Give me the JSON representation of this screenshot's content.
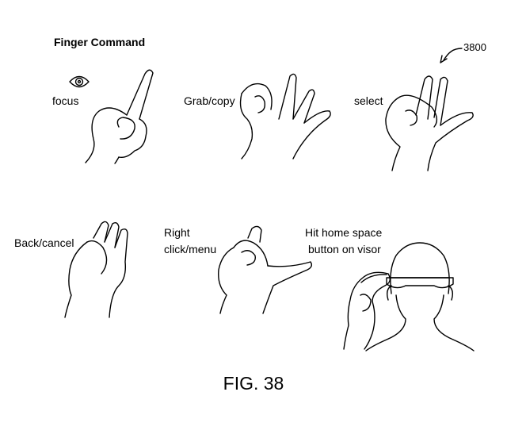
{
  "title": "Finger Command",
  "reference_number": "3800",
  "gestures": [
    {
      "label": "focus",
      "icon": "eye-icon"
    },
    {
      "label": "Grab/copy"
    },
    {
      "label": "select"
    },
    {
      "label": "Back/cancel"
    },
    {
      "label_line1": "Right",
      "label_line2": "click/menu"
    },
    {
      "label_line1": "Hit home space",
      "label_line2": "button on visor"
    }
  ],
  "figure_caption": "FIG. 38"
}
